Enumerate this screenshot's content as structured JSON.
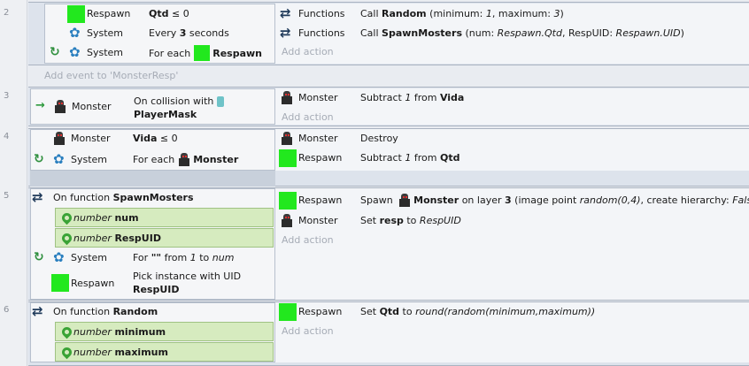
{
  "rows": [
    "2",
    "3",
    "4",
    "5",
    "6"
  ],
  "e2": {
    "conds": [
      {
        "obj": "Respawn",
        "parts": [
          {
            "t": "Qtd",
            "b": true
          },
          {
            "t": " ≤ 0"
          }
        ]
      },
      {
        "obj": "System",
        "parts": [
          {
            "t": "Every "
          },
          {
            "t": "3",
            "b": true
          },
          {
            "t": " seconds"
          }
        ]
      },
      {
        "obj": "System",
        "parts": [
          {
            "t": "For each "
          },
          {
            "t": "Respawn",
            "b": true
          }
        ]
      }
    ],
    "acts": [
      {
        "obj": "Functions",
        "parts": [
          {
            "t": "Call "
          },
          {
            "t": "Random",
            "b": true
          },
          {
            "t": " (minimum: "
          },
          {
            "t": "1",
            "i": true
          },
          {
            "t": ", maximum: "
          },
          {
            "t": "3",
            "i": true
          },
          {
            "t": ")"
          }
        ]
      },
      {
        "obj": "Functions",
        "parts": [
          {
            "t": "Call "
          },
          {
            "t": "SpawnMosters",
            "b": true
          },
          {
            "t": " (num: "
          },
          {
            "t": "Respawn.Qtd",
            "i": true
          },
          {
            "t": ", RespUID: "
          },
          {
            "t": "Respawn.UID",
            "i": true
          },
          {
            "t": ")"
          }
        ]
      }
    ],
    "add_action": "Add action",
    "add_event": "Add event to 'MonsterResp'"
  },
  "e3": {
    "cond_obj": "Monster",
    "cond_line1": "On collision with",
    "cond_line2": "PlayerMask",
    "act_obj": "Monster",
    "act_parts": [
      {
        "t": "Subtract "
      },
      {
        "t": "1",
        "i": true
      },
      {
        "t": " from "
      },
      {
        "t": "Vida",
        "b": true
      }
    ],
    "add_action": "Add action"
  },
  "e4": {
    "c1_obj": "Monster",
    "c1_parts": [
      {
        "t": "Vida",
        "b": true
      },
      {
        "t": " ≤ 0"
      }
    ],
    "c2_obj": "System",
    "c2_text": "For each",
    "c2_bold": "Monster",
    "a1_obj": "Monster",
    "a1_text": "Destroy",
    "a2_obj": "Respawn",
    "a2_parts": [
      {
        "t": "Subtract "
      },
      {
        "t": "1",
        "i": true
      },
      {
        "t": " from "
      },
      {
        "t": "Qtd",
        "b": true
      }
    ]
  },
  "e5": {
    "title": "On function",
    "name": "SpawnMosters",
    "p1_type": "number",
    "p1_name": "num",
    "p2_type": "number",
    "p2_name": "RespUID",
    "c1_obj": "System",
    "c1_parts": [
      {
        "t": "For "
      },
      {
        "t": "\"\"",
        "b": true
      },
      {
        "t": " from "
      },
      {
        "t": "1",
        "i": true
      },
      {
        "t": " to "
      },
      {
        "t": "num",
        "i": true
      }
    ],
    "c2_obj": "Respawn",
    "c2_line1": "Pick instance with UID",
    "c2_line2": "RespUID",
    "a1_obj": "Respawn",
    "a1_parts": [
      {
        "t": "Spawn "
      },
      {
        "t": "Monster",
        "b": true,
        "mon": true
      },
      {
        "t": " on layer "
      },
      {
        "t": "3",
        "b": true
      },
      {
        "t": " (image point "
      },
      {
        "t": "random(0,4)",
        "i": true
      },
      {
        "t": ", create hierarchy: "
      },
      {
        "t": "False",
        "i": true
      },
      {
        "t": ")"
      }
    ],
    "a2_obj": "Monster",
    "a2_parts": [
      {
        "t": "Set "
      },
      {
        "t": "resp",
        "b": true
      },
      {
        "t": " to "
      },
      {
        "t": "RespUID",
        "i": true
      }
    ],
    "add_action": "Add action"
  },
  "e6": {
    "title": "On function",
    "name": "Random",
    "p1_type": "number",
    "p1_name": "minimum",
    "p2_type": "number",
    "p2_name": "maximum",
    "a1_obj": "Respawn",
    "a1_parts": [
      {
        "t": "Set "
      },
      {
        "t": "Qtd",
        "b": true
      },
      {
        "t": " to "
      },
      {
        "t": "round(random(minimum,maximum))",
        "i": true
      }
    ],
    "add_action": "Add action"
  },
  "colors": {
    "respawn_sprite": "#22e81e",
    "param_bg": "#d6ebbf",
    "event_bg": "#dde3ec"
  }
}
